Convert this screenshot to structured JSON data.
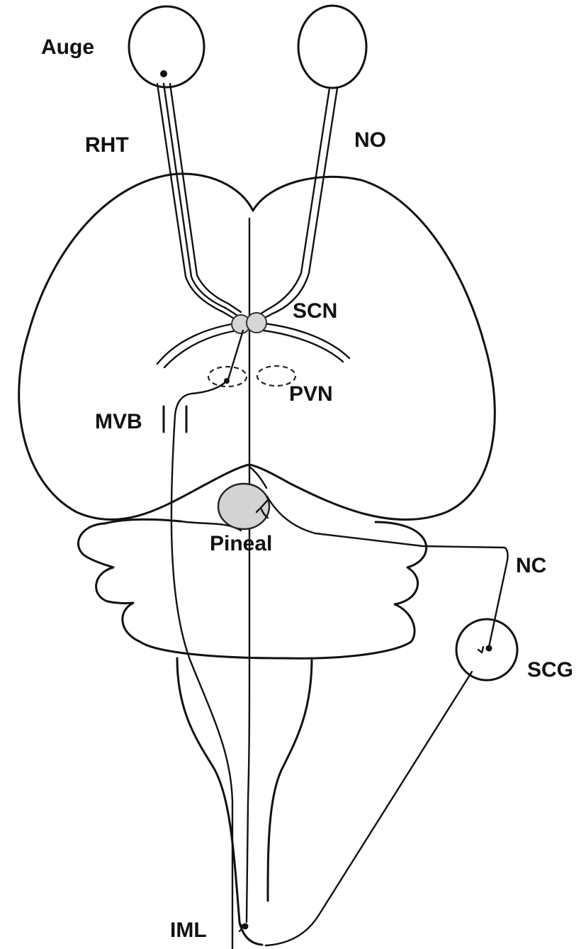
{
  "labels": {
    "eye": "Auge",
    "rht": "RHT",
    "no": "NO",
    "scn": "SCN",
    "pvn": "PVN",
    "mvb": "MVB",
    "pineal": "Pineal",
    "nc": "NC",
    "scg": "SCG",
    "iml": "IML"
  },
  "colors": {
    "line": "#111111",
    "nucleus_fill": "#d6d6d6",
    "pineal_fill": "#d3d3d3"
  }
}
